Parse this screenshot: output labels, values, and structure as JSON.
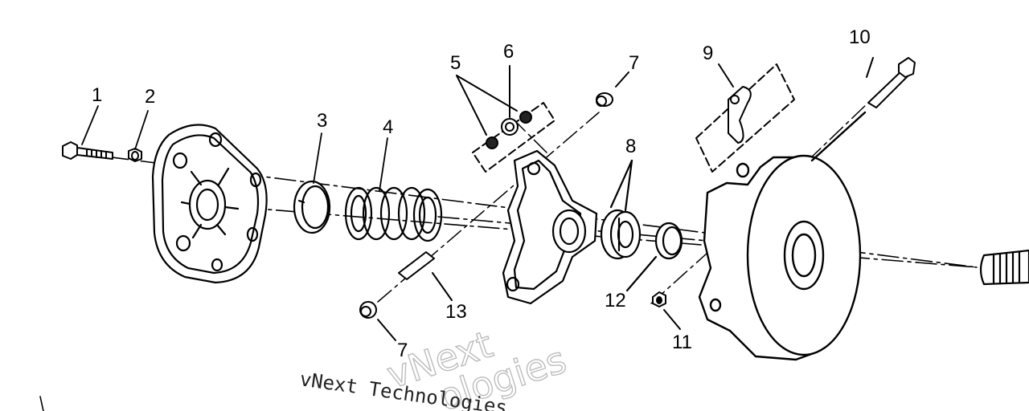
{
  "callouts": {
    "n1": "1",
    "n2": "2",
    "n3": "3",
    "n4": "4",
    "n5": "5",
    "n6": "6",
    "n7a": "7",
    "n7b": "7",
    "n8": "8",
    "n9": "9",
    "n10": "10",
    "n11": "11",
    "n12": "12",
    "n13": "13"
  },
  "watermark": {
    "text": "vNext Technologies",
    "outline_top": "vNext",
    "outline_bottom": "ologies"
  }
}
